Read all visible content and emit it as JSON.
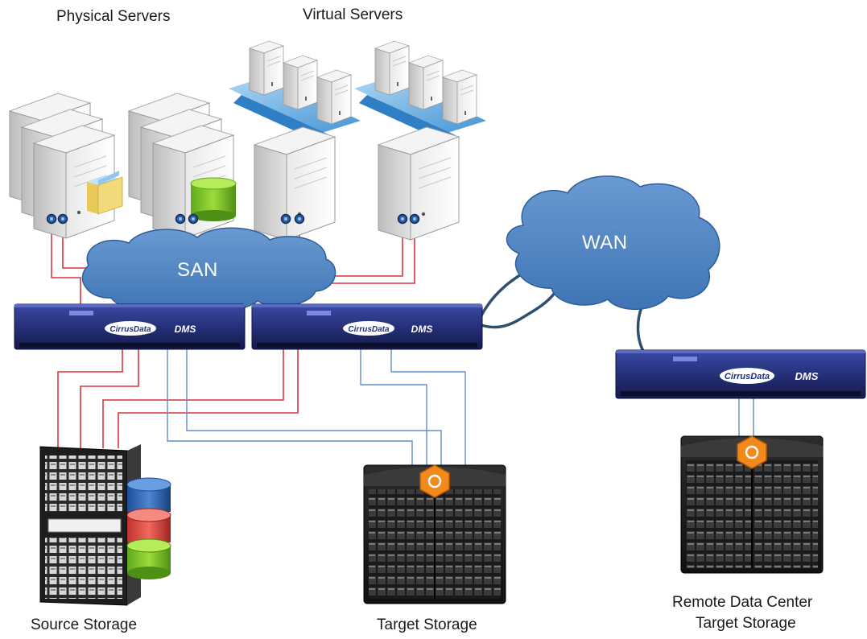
{
  "labels": {
    "physical_servers": "Physical Servers",
    "virtual_servers": "Virtual Servers",
    "source_storage": "Source Storage",
    "target_storage": "Target Storage",
    "remote_line1": "Remote Data Center",
    "remote_line2": "Target Storage"
  },
  "networks": {
    "san": "SAN",
    "wan": "WAN"
  },
  "appliances": {
    "brand": "CirrusData",
    "model": "DMS"
  },
  "colors": {
    "cloud": "#4f86c6",
    "fc_link": "#d9353b",
    "target_link": "#5e8fc8",
    "wan_link": "#2e4f6e",
    "appliance": "#2b3a8c",
    "accent_orange": "#f28a1a"
  }
}
